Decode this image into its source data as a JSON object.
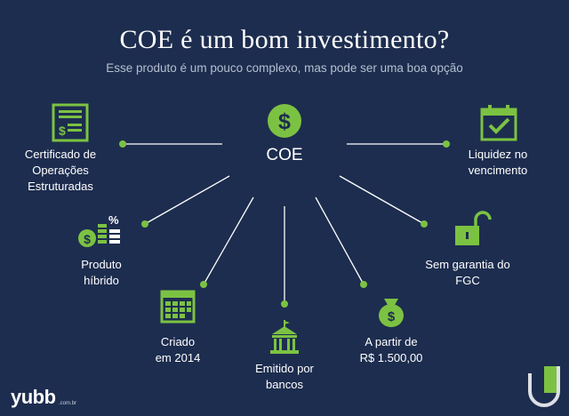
{
  "header": {
    "title": "COE é um bom investimento?",
    "subtitle": "Esse produto é um pouco complexo, mas pode ser uma boa opção"
  },
  "center": {
    "label": "COE",
    "icon": "dollar-coin-icon"
  },
  "nodes": [
    {
      "id": "certificado",
      "lines": [
        "Certificado de",
        "Operações",
        "Estruturadas"
      ],
      "icon": "document-dollar-icon"
    },
    {
      "id": "liquidez",
      "lines": [
        "Liquidez no",
        "vencimento"
      ],
      "icon": "calendar-check-icon"
    },
    {
      "id": "hibrido",
      "lines": [
        "Produto",
        "híbrido"
      ],
      "icon": "coins-percent-icon"
    },
    {
      "id": "fgc",
      "lines": [
        "Sem garantia do",
        "FGC"
      ],
      "icon": "unlocked-padlock-icon"
    },
    {
      "id": "criado",
      "lines": [
        "Criado",
        "em 2014"
      ],
      "icon": "calendar-grid-icon"
    },
    {
      "id": "partir",
      "lines": [
        "A partir de",
        "R$ 1.500,00"
      ],
      "icon": "money-bag-icon"
    },
    {
      "id": "emitido",
      "lines": [
        "Emitido por",
        "bancos"
      ],
      "icon": "bank-building-icon"
    }
  ],
  "brand": {
    "name": "yubb",
    "suffix": ".com.br"
  },
  "colors": {
    "background": "#1d2d4f",
    "accent": "#7cc242",
    "text": "#ffffff",
    "muted": "#b6bfcf"
  }
}
